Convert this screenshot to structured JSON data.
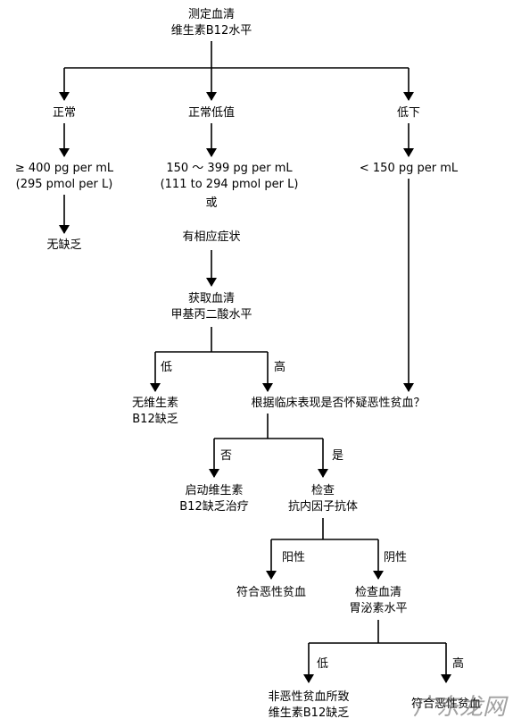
{
  "nodes": {
    "measure_b12": "测定血清\n维生素B12水平",
    "normal": "正常",
    "borderline": "正常低值",
    "low": "低下",
    "normal_range": "≥ 400 pg per mL\n(295 pmol per L)",
    "borderline_range": "150 ～ 399 pg per mL\n(111 to 294 pmol per L)",
    "or": "或",
    "symptomatic": "有相应症状",
    "low_range": "< 150 pg per mL",
    "no_deficiency": "无缺乏",
    "get_mma": "获取血清\n甲基丙二酸水平",
    "no_b12_def": "无维生素\nB12缺乏",
    "suspect_pa": "根据临床表现是否怀疑恶性贫血？",
    "start_treatment": "启动维生素\nB12缺乏治疗",
    "check_antibody": "检查\n抗内因子抗体",
    "consistent_pa": "符合恶性贫血",
    "check_gastrin": "检查血清\n胃泌素水平",
    "non_pa_def": "非恶性贫血所致\n维生素B12缺乏",
    "consistent_pa_2": "符合恶性贫血"
  },
  "edge_labels": {
    "mma_low": "低",
    "mma_high": "高",
    "suspect_no": "否",
    "suspect_yes": "是",
    "antibody_pos": "阳性",
    "antibody_neg": "阴性",
    "gastrin_low": "低",
    "gastrin_high": "高"
  },
  "watermark": "广东龙网"
}
